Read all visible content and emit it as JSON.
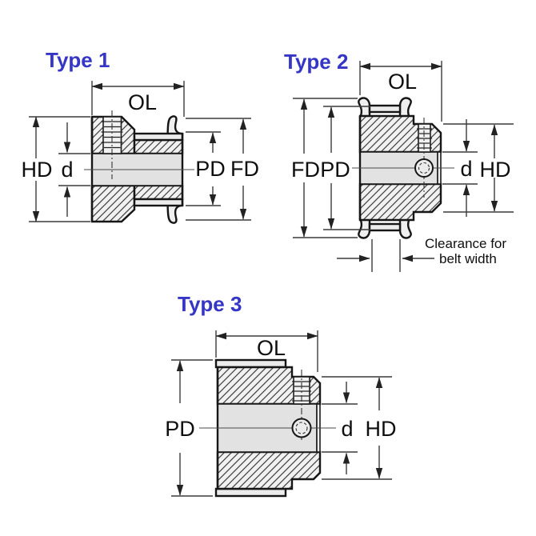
{
  "colors": {
    "title": "#3535c6",
    "outline": "#161616",
    "dimension": "#3a3a3a",
    "hatch_fill": "#f1f1f1",
    "bore_fill": "#e2e2e2",
    "text": "#0e0e0e"
  },
  "types": [
    {
      "title": "Type 1",
      "dims": {
        "ol": "OL",
        "hd": "HD",
        "d": "d",
        "pd": "PD",
        "fd": "FD"
      }
    },
    {
      "title": "Type 2",
      "dims": {
        "ol": "OL",
        "fd": "FD",
        "pd": "PD",
        "d": "d",
        "hd": "HD"
      },
      "note": {
        "line1": "Clearance for",
        "line2": "belt width"
      }
    },
    {
      "title": "Type 3",
      "dims": {
        "ol": "OL",
        "pd": "PD",
        "d": "d",
        "hd": "HD"
      }
    }
  ]
}
